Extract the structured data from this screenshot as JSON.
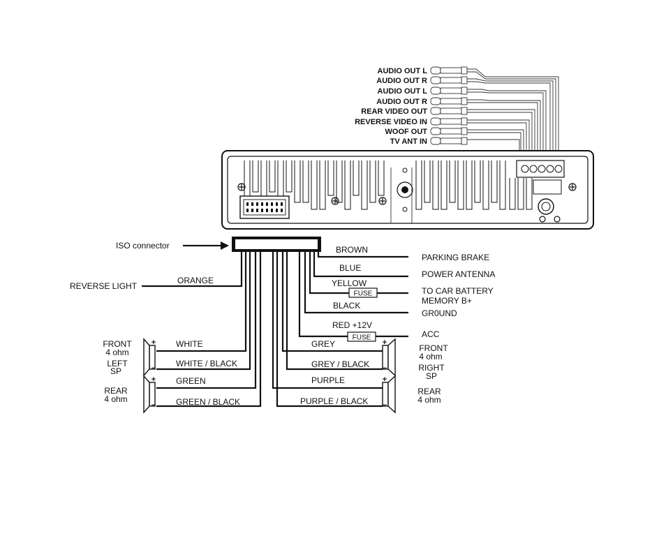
{
  "rca": {
    "labels": [
      "AUDIO OUT  L",
      "AUDIO OUT  R",
      "AUDIO OUT  L",
      "AUDIO OUT  R",
      "REAR VIDEO OUT",
      "REVERSE VIDEO IN",
      "WOOF OUT",
      "TV ANT IN"
    ]
  },
  "iso": {
    "label": "ISO connector"
  },
  "wires": {
    "brown": "BROWN",
    "blue": "BLUE",
    "yellow": "YELLOW",
    "black": "BLACK",
    "red": "RED +12V",
    "orange": "ORANGE",
    "white": "WHITE",
    "white_black": "WHITE / BLACK",
    "green": "GREEN",
    "green_black": "GREEN / BLACK",
    "grey": "GREY",
    "grey_black": "GREY / BLACK",
    "purple": "PURPLE",
    "purple_black": "PURPLE / BLACK"
  },
  "fuse": "FUSE",
  "functions": {
    "parking_brake": "PARKING BRAKE",
    "power_antenna": "POWER ANTENNA",
    "battery_line1": "TO CAR BATTERY",
    "battery_line2": "MEMORY B+",
    "ground": "GR0UND",
    "acc": "ACC",
    "reverse_light": "REVERSE LIGHT"
  },
  "speakers": {
    "front_left": [
      "FRONT",
      "4 ohm",
      "LEFT",
      "SP"
    ],
    "rear_left": [
      "REAR",
      "4 ohm"
    ],
    "front_right": [
      "FRONT",
      "4 ohm",
      "RIGHT",
      "SP"
    ],
    "rear_right": [
      "REAR",
      "4 ohm"
    ],
    "plus": "+",
    "minus": "−"
  }
}
